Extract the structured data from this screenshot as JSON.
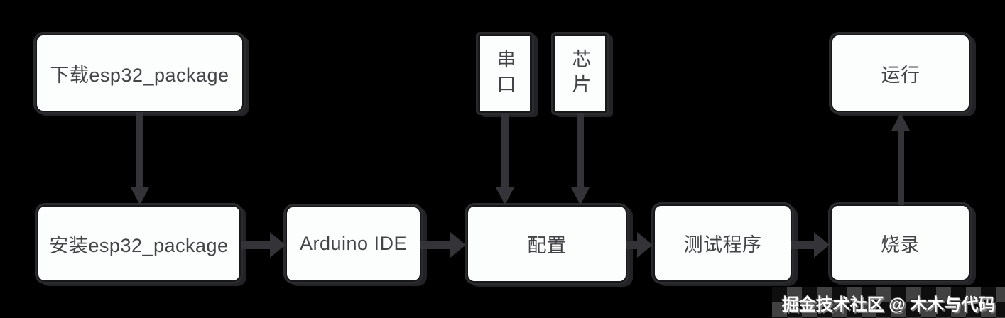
{
  "diagram": {
    "nodes": {
      "download": {
        "label": "下载esp32_package"
      },
      "install": {
        "label": "安装esp32_package"
      },
      "arduino_ide": {
        "label": "Arduino IDE"
      },
      "serial_port": {
        "label": "串口"
      },
      "chip": {
        "label": "芯片"
      },
      "configure": {
        "label": "配置"
      },
      "test_program": {
        "label": "测试程序"
      },
      "burn": {
        "label": "烧录"
      },
      "run": {
        "label": "运行"
      }
    },
    "edges": [
      {
        "from": "download",
        "to": "install"
      },
      {
        "from": "install",
        "to": "arduino_ide"
      },
      {
        "from": "arduino_ide",
        "to": "configure"
      },
      {
        "from": "serial_port",
        "to": "configure"
      },
      {
        "from": "chip",
        "to": "configure"
      },
      {
        "from": "configure",
        "to": "test_program"
      },
      {
        "from": "test_program",
        "to": "burn"
      },
      {
        "from": "burn",
        "to": "run"
      }
    ],
    "colors": {
      "background": "#000000",
      "node_fill": "#fcfdfd",
      "node_border": "#17181a",
      "node_shadow": "#2b2b2e",
      "arrow": "#333338",
      "text": "#434447",
      "watermark_text": "#ffffff"
    }
  },
  "watermark": {
    "text": "掘金技术社区 @ 木木与代码"
  }
}
